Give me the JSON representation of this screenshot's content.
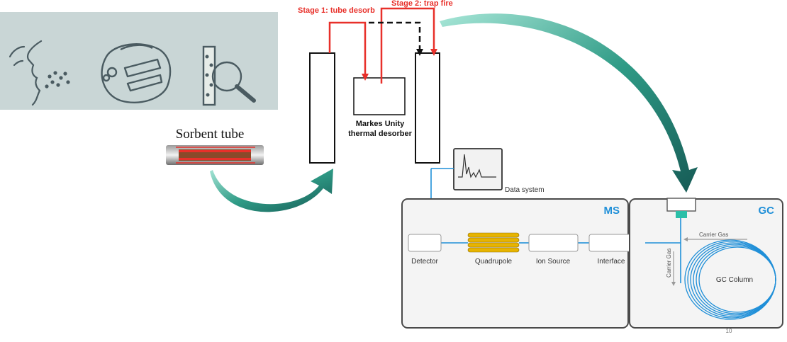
{
  "stages": {
    "stage1": "Stage 1: tube desorb",
    "stage2": "Stage 2: trap fire"
  },
  "desorber": {
    "line1": "Markes Unity",
    "line2": "thermal desorber"
  },
  "sorbent_tube_label": "Sorbent tube",
  "data_system_label": "Data system",
  "ms": {
    "title": "MS",
    "detector": "Detector",
    "quadrupole": "Quadrupole",
    "ion_source": "Ion Source",
    "interface": "Interface"
  },
  "gc": {
    "title": "GC",
    "carrier_gas_h": "Carrier Gas",
    "carrier_gas_v": "Carrier Gas",
    "column": "GC Column"
  },
  "page_number": "10",
  "colors": {
    "accent_red": "#e8302a",
    "ms_blue": "#1f8fd8",
    "quad_yellow": "#e7b400",
    "arrow_teal": "#1f7f74",
    "panel_gray": "#c9d6d6"
  }
}
